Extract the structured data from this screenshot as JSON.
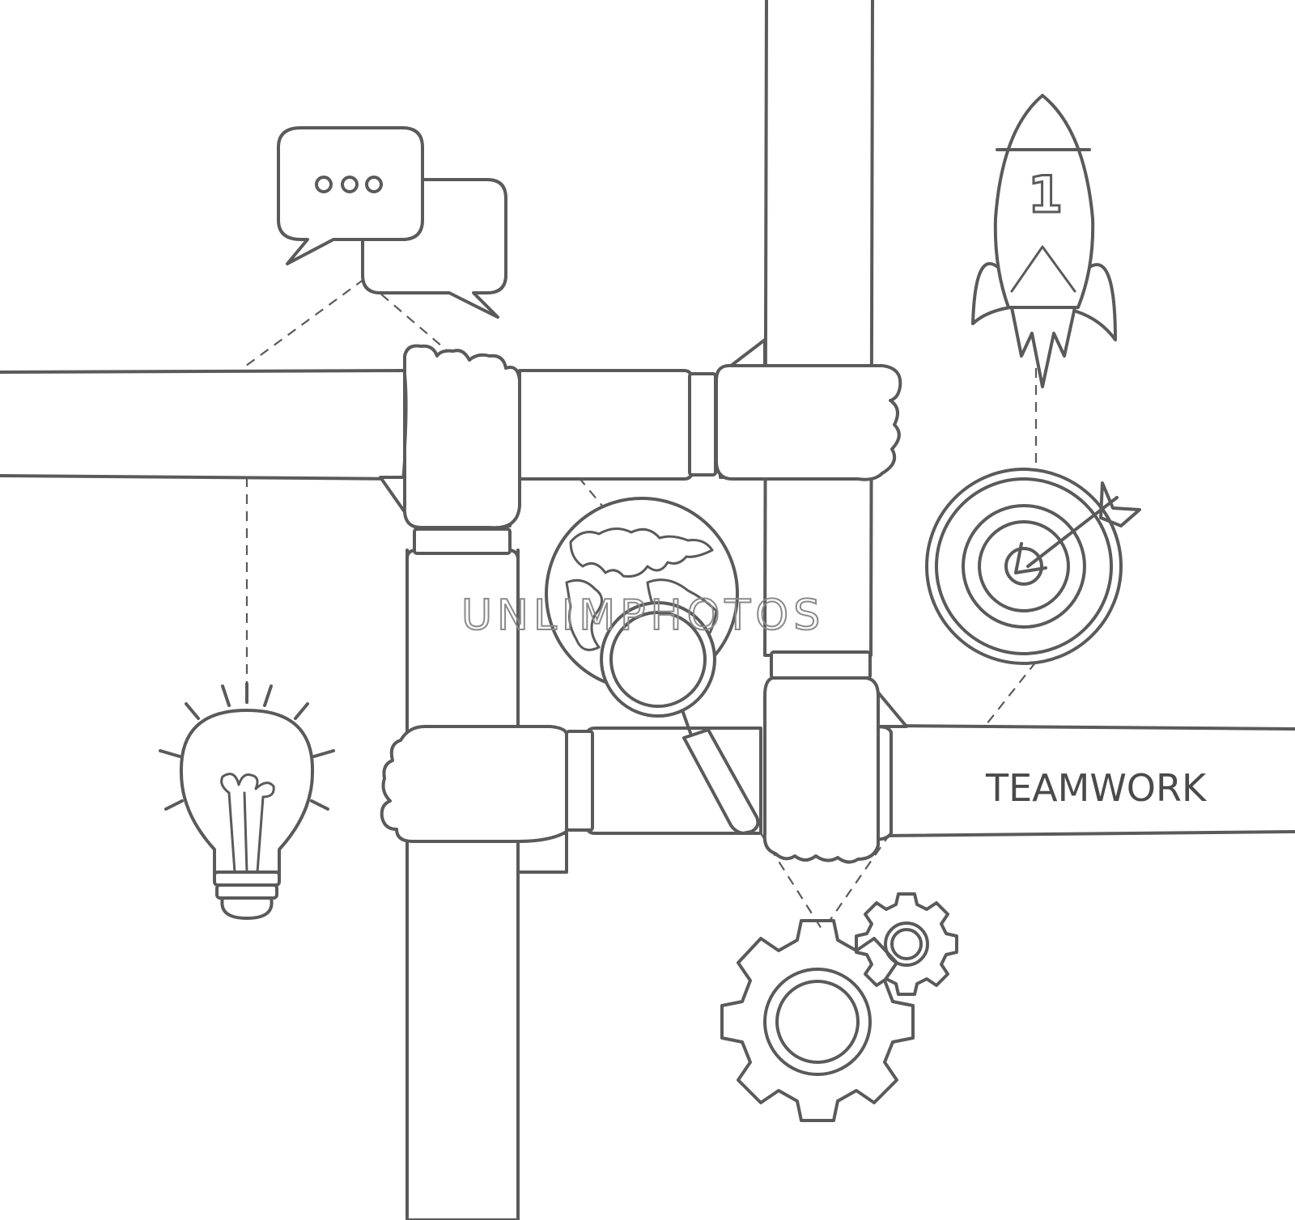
{
  "illustration": {
    "label_text": "TEAMWORK",
    "watermark_text": "UNLIMPHOTOS",
    "rocket_badge": "1",
    "speech_bubble_dots": "ooo"
  },
  "colors": {
    "line": "#5a5a5a",
    "background": "#ffffff",
    "watermark": "#8a8a8a"
  },
  "icons": [
    "speech-bubbles-icon",
    "rocket-icon",
    "target-icon",
    "globe-icon",
    "magnifier-icon",
    "lightbulb-icon",
    "gears-icon"
  ]
}
